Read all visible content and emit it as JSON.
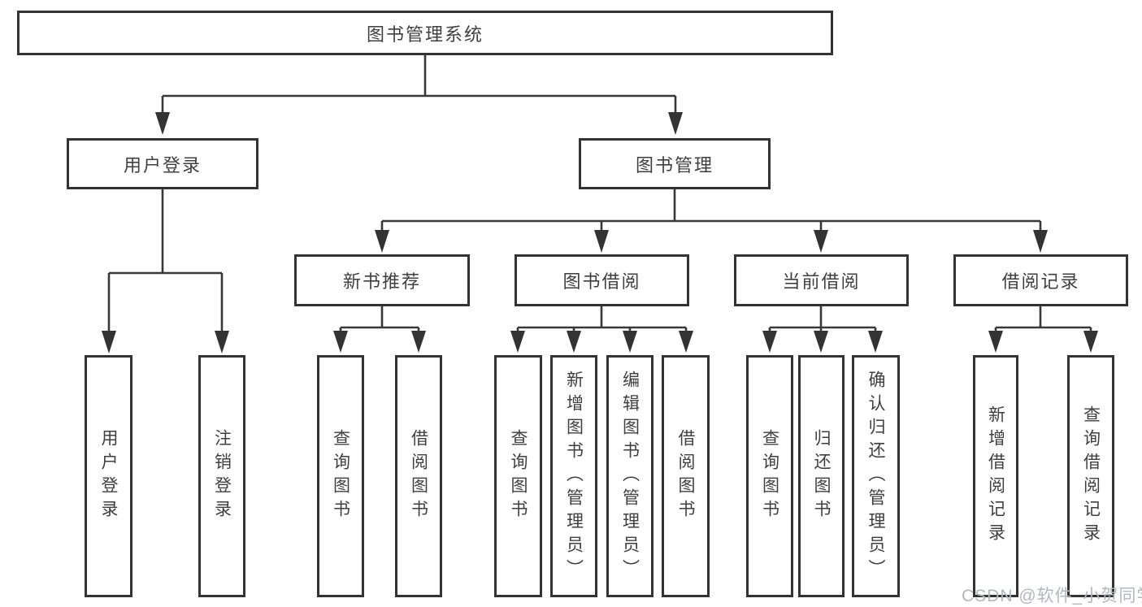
{
  "diagram": {
    "root": {
      "label": "图书管理系统"
    },
    "branches": [
      {
        "label": "用户登录",
        "children": [
          {
            "label": "用户登录"
          },
          {
            "label": "注销登录"
          }
        ]
      },
      {
        "label": "图书管理",
        "children": [
          {
            "label": "新书推荐",
            "children": [
              {
                "label": "查询图书"
              },
              {
                "label": "借阅图书"
              }
            ]
          },
          {
            "label": "图书借阅",
            "children": [
              {
                "label": "查询图书"
              },
              {
                "label": "新增图书（管理员）"
              },
              {
                "label": "编辑图书（管理员）"
              },
              {
                "label": "借阅图书"
              }
            ]
          },
          {
            "label": "当前借阅",
            "children": [
              {
                "label": "查询图书"
              },
              {
                "label": "归还图书"
              },
              {
                "label": "确认归还（管理员）"
              }
            ]
          },
          {
            "label": "借阅记录",
            "children": [
              {
                "label": "新增借阅记录"
              },
              {
                "label": "查询借阅记录"
              }
            ]
          }
        ]
      }
    ]
  },
  "colors": {
    "line": "#383838",
    "box_border": "#333333",
    "text": "#3f3f3f",
    "watermark": "#b3b7bd",
    "background": "#ffffff"
  },
  "watermark": {
    "text": "CSDN @软件_小贺同学"
  }
}
